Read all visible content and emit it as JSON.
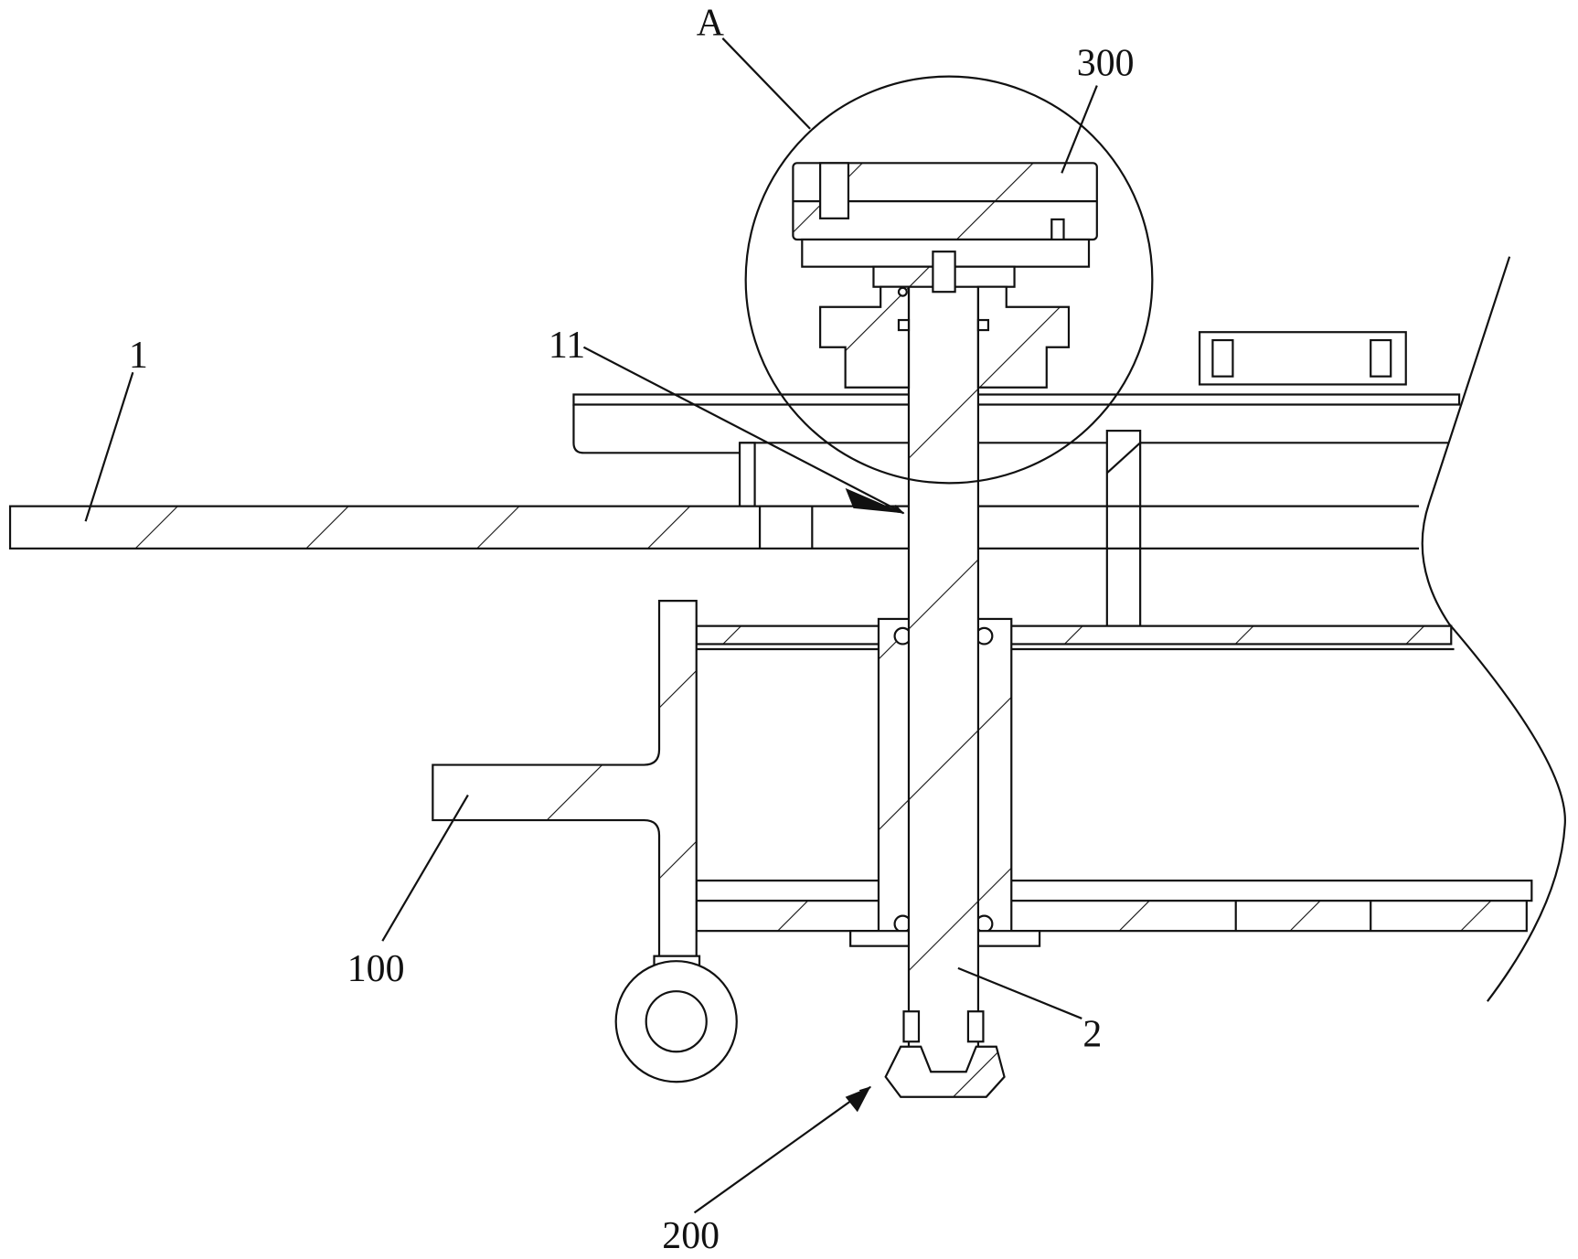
{
  "figure": {
    "labels": {
      "detail": "A",
      "part_300": "300",
      "part_1": "1",
      "part_11": "11",
      "part_100": "100",
      "part_2": "2",
      "part_200": "200"
    },
    "colors": {
      "line": "#111111",
      "background": "#ffffff"
    }
  }
}
